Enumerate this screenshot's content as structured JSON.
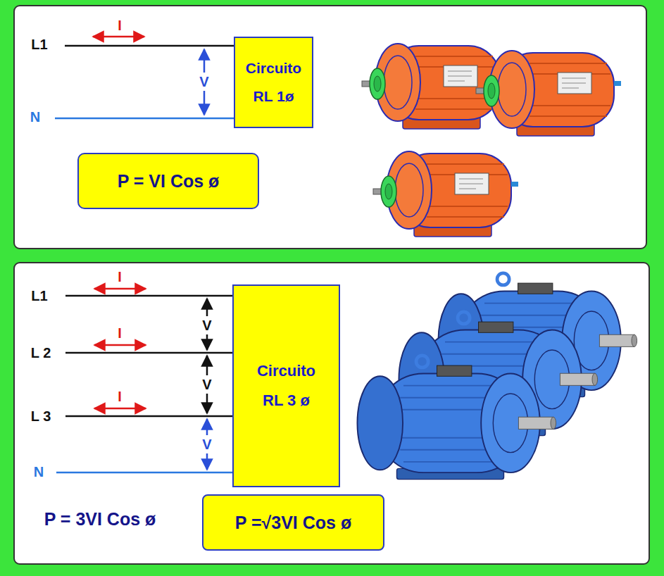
{
  "diagram": {
    "nodes": [
      {
        "text": [
          "Circuito RL 1ø"
        ]
      },
      {
        "text": [
          "P = VI Cos ø"
        ]
      },
      {
        "text": [
          "Circuito RL 3 ø"
        ]
      },
      {
        "text": [
          "P =√3VI Cos ø"
        ]
      }
    ],
    "labels": [
      "L1",
      "I",
      "V",
      "N",
      "L1",
      "I",
      "L 2",
      "I",
      "V",
      "V",
      "L 3",
      "I",
      "V",
      "N",
      "P = 3VI Cos ø"
    ]
  }
}
